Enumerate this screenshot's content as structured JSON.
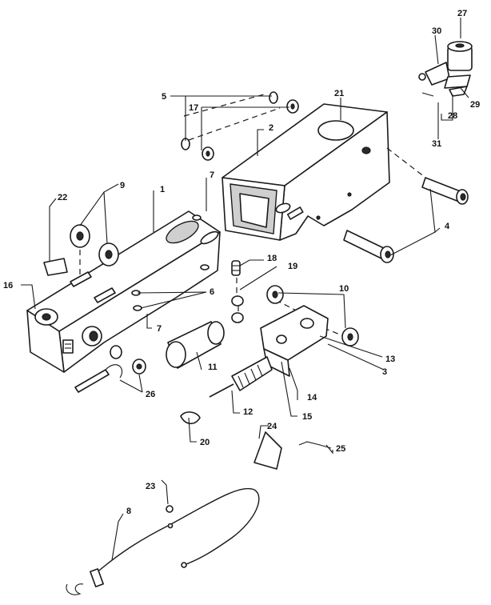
{
  "callouts": [
    {
      "id": "c27",
      "text": "27"
    },
    {
      "id": "c30",
      "text": "30"
    },
    {
      "id": "c29",
      "text": "29"
    },
    {
      "id": "c28",
      "text": "28"
    },
    {
      "id": "c31",
      "text": "31"
    },
    {
      "id": "c5",
      "text": "5"
    },
    {
      "id": "c17",
      "text": "17"
    },
    {
      "id": "c21",
      "text": "21"
    },
    {
      "id": "c2",
      "text": "2"
    },
    {
      "id": "c7a",
      "text": "7"
    },
    {
      "id": "c9",
      "text": "9"
    },
    {
      "id": "c1",
      "text": "1"
    },
    {
      "id": "c22",
      "text": "22"
    },
    {
      "id": "c4",
      "text": "4"
    },
    {
      "id": "c18",
      "text": "18"
    },
    {
      "id": "c19",
      "text": "19"
    },
    {
      "id": "c16",
      "text": "16"
    },
    {
      "id": "c6",
      "text": "6"
    },
    {
      "id": "c10",
      "text": "10"
    },
    {
      "id": "c7b",
      "text": "7"
    },
    {
      "id": "c13",
      "text": "13"
    },
    {
      "id": "c3",
      "text": "3"
    },
    {
      "id": "c11",
      "text": "11"
    },
    {
      "id": "c14",
      "text": "14"
    },
    {
      "id": "c26",
      "text": "26"
    },
    {
      "id": "c12",
      "text": "12"
    },
    {
      "id": "c15",
      "text": "15"
    },
    {
      "id": "c24",
      "text": "24"
    },
    {
      "id": "c20",
      "text": "20"
    },
    {
      "id": "c25",
      "text": "25"
    },
    {
      "id": "c23",
      "text": "23"
    },
    {
      "id": "c8",
      "text": "8"
    }
  ],
  "colors": {
    "ink": "#1a1a1a",
    "paper": "#ffffff"
  }
}
